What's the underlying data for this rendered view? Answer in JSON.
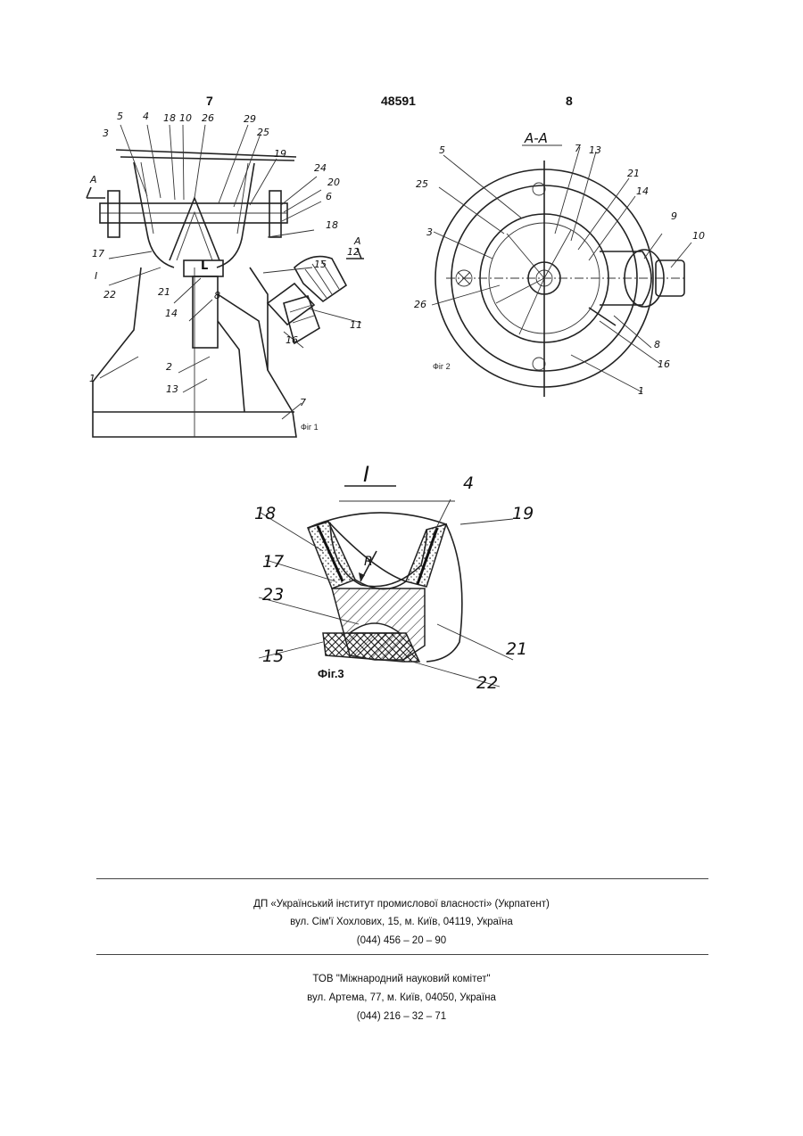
{
  "header": {
    "page_left": "7",
    "patent_number": "48591",
    "page_right": "8"
  },
  "colors": {
    "ink": "#222222",
    "background": "#ffffff"
  },
  "fig1": {
    "caption": "Фіг 1",
    "section_marks": [
      "A",
      "A"
    ],
    "labels": [
      "1",
      "2",
      "3",
      "4",
      "5",
      "6",
      "7",
      "8",
      "11",
      "12",
      "13",
      "14",
      "15",
      "16",
      "17",
      "18",
      "19",
      "20",
      "21",
      "22",
      "24",
      "25",
      "26",
      "29",
      "I",
      "L"
    ]
  },
  "fig2": {
    "caption": "Фіг 2",
    "section_title": "A-A",
    "labels": [
      "1",
      "3",
      "5",
      "7",
      "8",
      "9",
      "10",
      "13",
      "14",
      "16",
      "21",
      "25",
      "26"
    ]
  },
  "fig3": {
    "caption": "Фіг.3",
    "detail_mark": "I",
    "radius_mark": "R",
    "labels": [
      "4",
      "15",
      "17",
      "18",
      "19",
      "21",
      "22",
      "23"
    ]
  },
  "footer": {
    "org1_name": "ДП «Український інститут промислової власності» (Укрпатент)",
    "org1_address": "вул. Сім'ї Хохлових, 15, м. Київ, 04119, Україна",
    "org1_phone": "(044) 456 – 20 –  90",
    "org2_name": "ТОВ \"Міжнародний науковий комітет\"",
    "org2_address": "вул. Артема, 77, м. Київ, 04050, Україна",
    "org2_phone": "(044) 216 – 32 – 71"
  }
}
